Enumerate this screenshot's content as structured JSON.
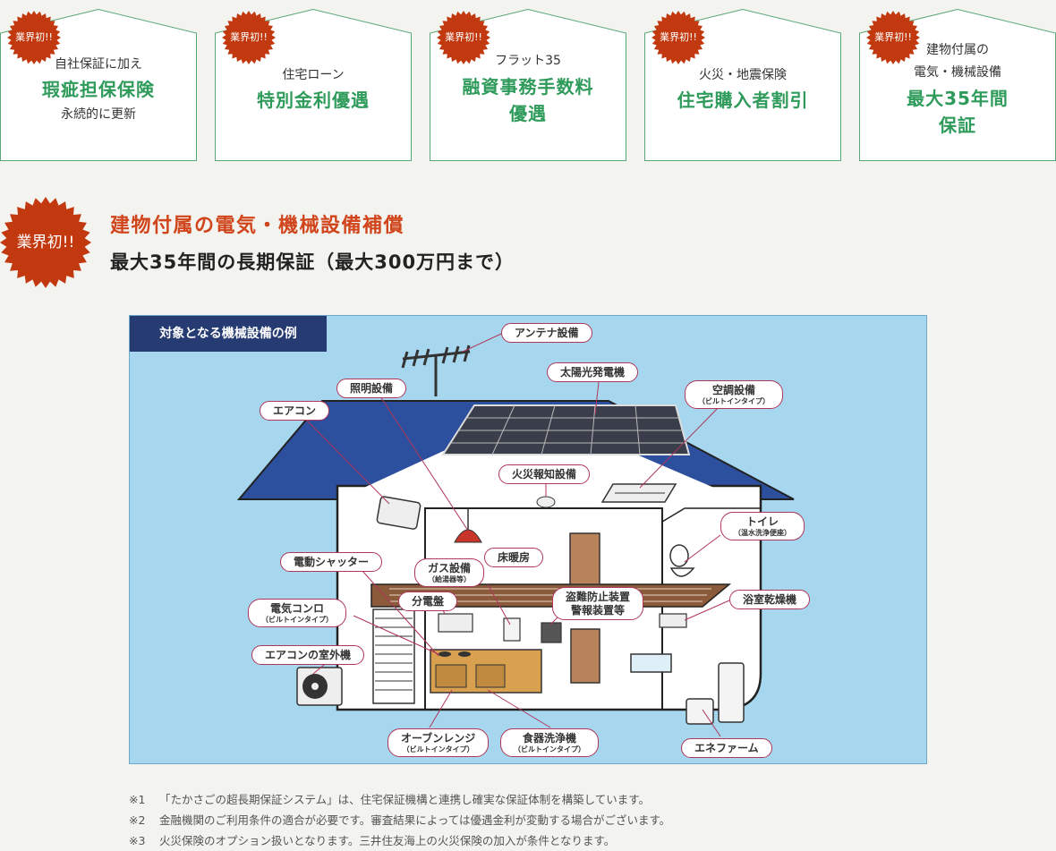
{
  "badge_label": "業界初!!",
  "cards": [
    {
      "lines": [
        {
          "t": "自社保証に加え",
          "s": "small"
        },
        {
          "t": "瑕疵担保保険",
          "s": "big"
        },
        {
          "t": "永続的に更新",
          "s": "small"
        }
      ]
    },
    {
      "lines": [
        {
          "t": "住宅ローン",
          "s": "small"
        },
        {
          "t": "特別金利優遇",
          "s": "big"
        }
      ]
    },
    {
      "lines": [
        {
          "t": "フラット35",
          "s": "small"
        },
        {
          "t": "融資事務手数料",
          "s": "big"
        },
        {
          "t": "優遇",
          "s": "big"
        }
      ]
    },
    {
      "lines": [
        {
          "t": "火災・地震保険",
          "s": "small"
        },
        {
          "t": "住宅購入者割引",
          "s": "big"
        }
      ]
    },
    {
      "lines": [
        {
          "t": "建物付属の",
          "s": "small"
        },
        {
          "t": "電気・機械設備",
          "s": "small"
        },
        {
          "t": "最大35年間",
          "s": "big"
        },
        {
          "t": "保証",
          "s": "big"
        }
      ]
    }
  ],
  "heading": {
    "badge": "業界初!!",
    "title": "建物付属の電気・機械設備補償",
    "subtitle": "最大35年間の長期保証（最大300万円まで）"
  },
  "diagram": {
    "title": "対象となる機械設備の例",
    "labels": {
      "antenna": "アンテナ設備",
      "solar": "太陽光発電機",
      "lighting": "照明設備",
      "aircon_indoor": {
        "main": "空調設備",
        "sub": "（ビルトインタイプ）"
      },
      "aircon": "エアコン",
      "fire_alarm": "火災報知設備",
      "toilet": {
        "main": "トイレ",
        "sub": "（温水洗浄便座）"
      },
      "shutter": "電動シャッター",
      "floor_heating": "床暖房",
      "gas": {
        "main": "ガス設備",
        "sub": "（給湯器等）"
      },
      "panel": "分電盤",
      "security": {
        "main": "盗難防止装置",
        "sub2": "警報装置等"
      },
      "bath_dryer": "浴室乾燥機",
      "stove": {
        "main": "電気コンロ",
        "sub": "（ビルトインタイプ）"
      },
      "outdoor_unit": "エアコンの室外機",
      "oven": {
        "main": "オーブンレンジ",
        "sub": "（ビルトインタイプ）"
      },
      "dishwasher": {
        "main": "食器洗浄機",
        "sub": "（ビルトインタイプ）"
      },
      "enefarm": "エネファーム"
    }
  },
  "notes": [
    {
      "mark": "※1",
      "text": "「たかさごの超長期保証システム」は、住宅保証機構と連携し確実な保証体制を構築しています。"
    },
    {
      "mark": "※2",
      "text": "金融機関のご利用条件の適合が必要です。審査結果によっては優遇金利が変動する場合がございます。"
    },
    {
      "mark": "※3",
      "text": "火災保険のオプション扱いとなります。三井住友海上の火災保険の加入が条件となります。"
    }
  ],
  "colors": {
    "badge": "#c2380f",
    "green": "#2f9b5b",
    "card_border": "#59a878",
    "navy": "#253b72",
    "sky": "#a6d7ee",
    "label_border": "#b0365a"
  }
}
